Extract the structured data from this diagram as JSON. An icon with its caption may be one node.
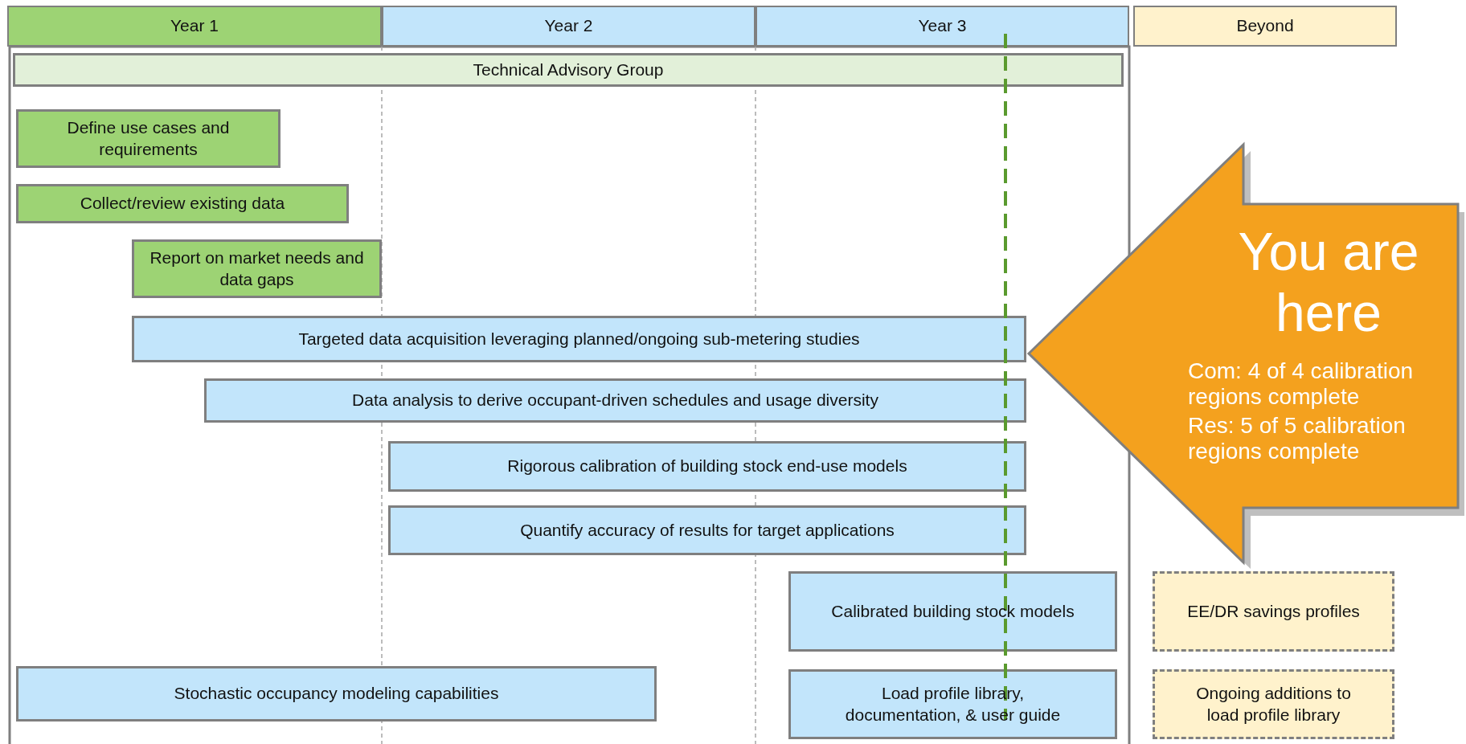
{
  "diagram": {
    "nodes": [
      {
        "text": [
          "Year 1"
        ]
      },
      {
        "text": [
          "Year 2"
        ]
      },
      {
        "text": [
          "Year 3"
        ]
      },
      {
        "text": [
          "Beyond"
        ]
      },
      {
        "text": [
          "Technical Advisory Group"
        ]
      },
      {
        "text": [
          "Define use cases and requirements"
        ]
      },
      {
        "text": [
          "Collect/review existing data"
        ]
      },
      {
        "text": [
          "Report on market needs and data gaps"
        ]
      },
      {
        "text": [
          "Targeted data acquisition leveraging planned/ongoing sub-metering studies"
        ]
      },
      {
        "text": [
          "You are here",
          "Com: 4 of 4 calibration regions complete",
          "Res: 5 of 5 calibration regions complete"
        ]
      },
      {
        "text": [
          "Data analysis to derive occupant-driven schedules and usage diversity"
        ]
      },
      {
        "text": [
          "Rigorous calibration of building stock end-use models"
        ]
      },
      {
        "text": [
          "Quantify accuracy of results for target applications"
        ]
      },
      {
        "text": [
          "Calibrated building stock models"
        ]
      },
      {
        "text": [
          "EE/DR savings profiles"
        ]
      },
      {
        "text": [
          "Stochastic occupancy modeling capabilities"
        ]
      },
      {
        "text": [
          "Load profile library, documentation, & user guide"
        ]
      },
      {
        "text": [
          "Ongoing additions to load profile library"
        ]
      }
    ]
  }
}
